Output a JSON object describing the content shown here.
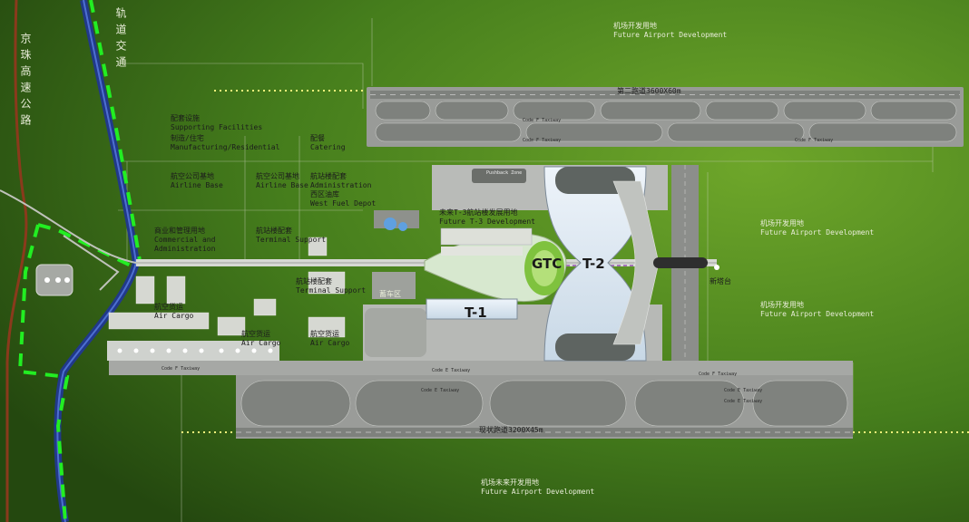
{
  "labels": {
    "future_dev_top": [
      "机场开发用地",
      "Future Airport Development"
    ],
    "runway_north": "第二跑道3600X60m",
    "runway_south": "现状跑道3200X45m",
    "rail_transit": "轨道交通",
    "expressway": "京珠高速公路",
    "supporting": [
      "配套设施",
      "Supporting Facilities",
      "制造/住宅",
      "Manufacturing/Residential"
    ],
    "catering": [
      "配餐",
      "Catering"
    ],
    "airline_base_1": [
      "航空公司基地",
      "Airline Base"
    ],
    "airline_base_2": [
      "航空公司基地",
      "Airline Base"
    ],
    "admin": [
      "航站楼配套",
      "Administration",
      "西区油库",
      "West Fuel Depot"
    ],
    "future_t3": [
      "未来T-3航站楼发展用地",
      "Future T-3 Development"
    ],
    "commercial": [
      "商业和管理用地",
      "Commercial and",
      "Administration"
    ],
    "terminal_support": [
      "航站楼配套",
      "Terminal Support"
    ],
    "terminal_support_2": [
      "航站楼配套",
      "Terminal Support"
    ],
    "future_dev_east_1": [
      "机场开发用地",
      "Future Airport Development"
    ],
    "future_dev_east_2": [
      "机场开发用地",
      "Future Airport Development"
    ],
    "future_dev_south": [
      "机场未来开发用地",
      "Future Airport Development"
    ],
    "gtc": "GTC",
    "t2": "T-2",
    "t1": "T-1",
    "storage": "蓄车区",
    "air_cargo_1": [
      "航空货运",
      "Air Cargo"
    ],
    "air_cargo_2": [
      "航空货运",
      "Air Cargo"
    ],
    "air_cargo_3": [
      "航空货运",
      "Air Cargo"
    ],
    "new_tower": "新塔台",
    "taxiway_labels": [
      "Code F Taxiway",
      "Code F Taxiway",
      "Code F Taxiway",
      "Code E Taxiway",
      "Code E Taxiway",
      "Code E Taxiway",
      "Code F Taxiway",
      "Code E Taxiway",
      "Code F Taxiway"
    ],
    "pushback": "Pushback Zone"
  },
  "colors": {
    "grass": "#3b6e1a",
    "pavement": "#a7a9a6",
    "pavement_dark": "#7d807c",
    "terminal": "#e4eef6",
    "green_dash": "#22ee22",
    "rail": "#203a86",
    "highway": "#8a3a1c",
    "landside": "#b0b3ae"
  }
}
